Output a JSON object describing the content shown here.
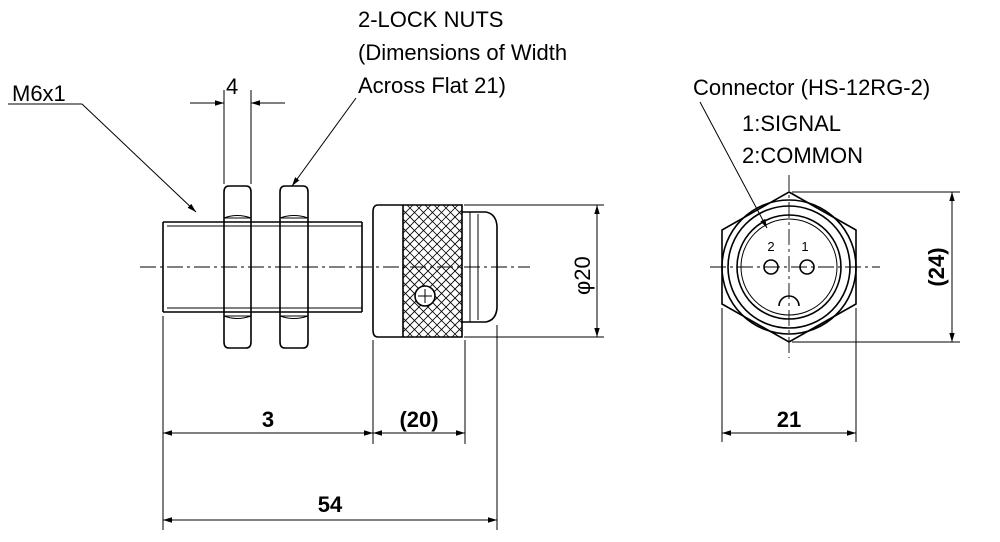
{
  "labels": {
    "thread": "M6x1",
    "nut_thickness": "4",
    "lock_nuts_line1": "2-LOCK NUTS",
    "lock_nuts_line2": "(Dimensions of Width",
    "lock_nuts_line3": "Across Flat 21)",
    "diameter": "φ20",
    "connector_title": "Connector (HS-12RG-2)",
    "pin1": "1:SIGNAL",
    "pin2": "2:COMMON",
    "pin_number_2": "2",
    "pin_number_1": "1"
  },
  "dimensions": {
    "thread_length": "3",
    "connector_length": "(20)",
    "total_length": "54",
    "across_flats": "21",
    "across_corners": "(24)"
  },
  "colors": {
    "line": "#000000",
    "background": "#ffffff"
  }
}
